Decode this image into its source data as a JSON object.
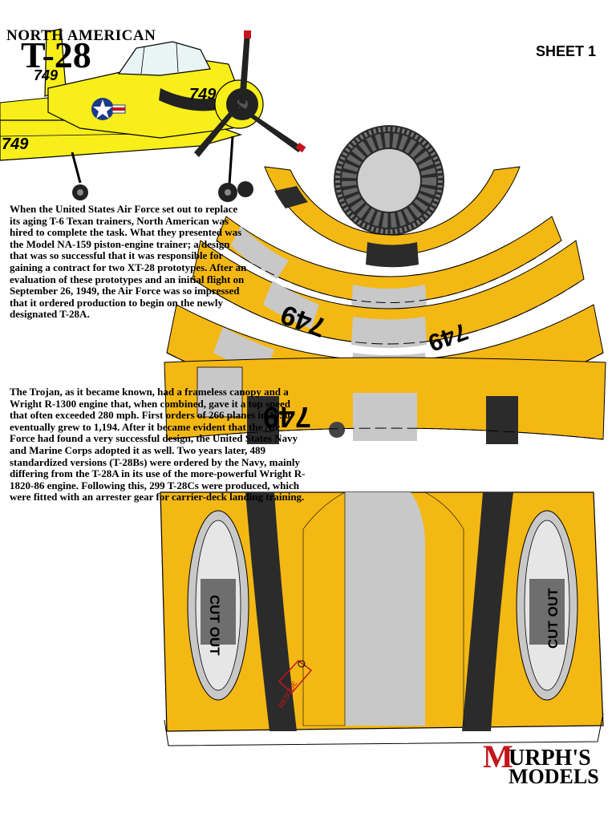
{
  "header": {
    "manufacturer": "NORTH AMERICAN",
    "model": "T-28",
    "sheet": "SHEET 1"
  },
  "aircraft": {
    "number": "749",
    "rescue": "RESCUE",
    "cut_out": "CUT OUT"
  },
  "text": {
    "paragraph_1": "When the United States Air Force set out to replace its aging T-6 Texan trainers, North American was hired to complete the task. What they presented was the Model NA-159 piston-engine trainer; a design that was so successful that it was responsible for gaining a contract for two XT-28 prototypes. After an evaluation of these prototypes and an initial flight on September 26, 1949, the Air Force was so impressed that it ordered production to begin on the newly designated T-28A.",
    "paragraph_2": "The Trojan, as it became known, had a frameless canopy and a Wright R-1300 engine that, when combined, gave it a top speed that often exceeded 280 mph. First orders of 266 planes in 1950 eventually grew to 1,194. After it became evident that the Air Force had found a very successful design, the United States Navy and Marine Corps adopted it as well. Two years later, 489 standardized versions (T-28Bs) were ordered by the Navy, mainly differing from the T-28A in its use of the more-powerful Wright R-1820-86 engine. Following this, 299 T-28Cs were produced, which were fitted with an arrester gear for carrier-deck landing training."
  },
  "logo": {
    "line1_initial": "M",
    "line1_rest": "URPH'S",
    "line2": "MODELS"
  },
  "colors": {
    "yellow": "#f4b814",
    "bright_yellow": "#f7ee1a",
    "gray": "#c8c8c8",
    "dark": "#2b2b2b",
    "red": "#c4161c"
  }
}
